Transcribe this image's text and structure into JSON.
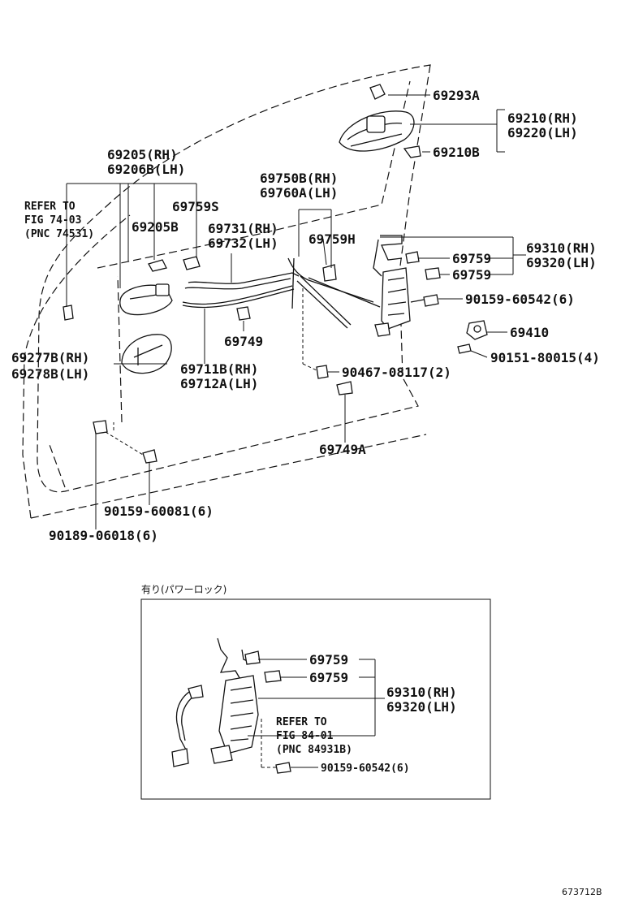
{
  "labels": {
    "p69293A": "69293A",
    "p69210": "69210(RH)",
    "p69220": "69220(LH)",
    "p69210B": "69210B",
    "p69205": "69205(RH)",
    "p69206B": "69206B(LH)",
    "refer1_a": "REFER TO",
    "refer1_b": "FIG 74-03",
    "refer1_c": "(PNC 74531)",
    "p69205B": "69205B",
    "p69759S": "69759S",
    "p69750B": "69750B(RH)",
    "p69760A": "69760A(LH)",
    "p69731": "69731(RH)",
    "p69732": "69732(LH)",
    "p69759H": "69759H",
    "p69310": "69310(RH)",
    "p69320": "69320(LH)",
    "p69759a": "69759",
    "p69759b": "69759",
    "p90159_60542": "90159-60542(6)",
    "p69410": "69410",
    "p90151": "90151-80015(4)",
    "p69749": "69749",
    "p69277B": "69277B(RH)",
    "p69278B": "69278B(LH)",
    "p69711B": "69711B(RH)",
    "p69712A": "69712A(LH)",
    "p90467": "90467-08117(2)",
    "p69749A": "69749A",
    "p90159_60081": "90159-60081(6)",
    "p90189": "90189-06018(6)"
  },
  "inset": {
    "caption": "有り(パワーロック)",
    "p69759a": "69759",
    "p69759b": "69759",
    "p69310": "69310(RH)",
    "p69320": "69320(LH)",
    "refer_a": "REFER TO",
    "refer_b": "FIG 84-01",
    "refer_c": "(PNC 84931B)",
    "p90159": "90159-60542(6)"
  },
  "figure_id": "673712B"
}
